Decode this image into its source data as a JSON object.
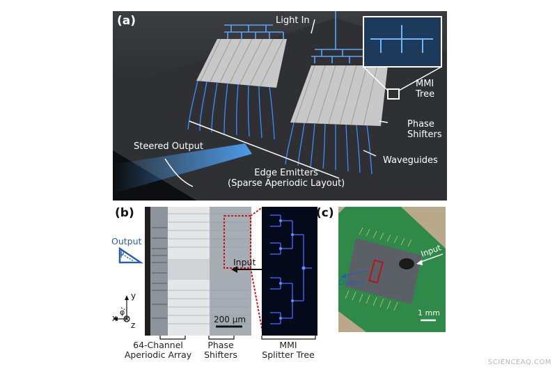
{
  "panel_a": {
    "label": "(a)",
    "light_in": "Light In",
    "mmi_tree": [
      "MMI",
      "Tree"
    ],
    "phase_shifters": [
      "Phase",
      "Shifters"
    ],
    "waveguides": "Waveguides",
    "steered_output": "Steered Output",
    "edge_emitters": [
      "Edge Emitters",
      "(Sparse Aperiodic Layout)"
    ]
  },
  "panel_b": {
    "label": "(b)",
    "output": "Output",
    "phi": "φ",
    "input": "Input",
    "scale_bar": "200 µm",
    "axes": {
      "y": "y",
      "x": "x",
      "z": "z",
      "phi": "φ"
    },
    "caption_array": [
      "64-Channel",
      "Aperiodic Array"
    ],
    "caption_phase": [
      "Phase",
      "Shifters"
    ],
    "caption_mmi": [
      "MMI",
      "Splitter Tree"
    ]
  },
  "panel_c": {
    "label": "(c)",
    "input": "Input",
    "output": "Output",
    "scale_bar": "1 mm"
  },
  "watermark": "SCIENCEAQ.COM"
}
